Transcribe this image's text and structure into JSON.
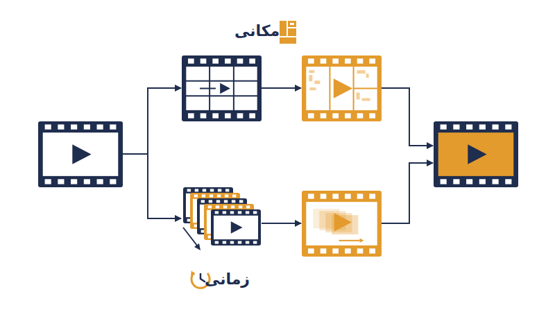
{
  "diagram": {
    "nodes": [
      {
        "text": []
      },
      {
        "text": [
          "مکانی"
        ]
      },
      {
        "text": [
          "زمانی"
        ]
      },
      {
        "text": []
      },
      {
        "text": []
      },
      {
        "text": []
      }
    ],
    "edges": [
      {
        "from": 0,
        "to": 1,
        "arrow": "to"
      },
      {
        "from": 0,
        "to": 2,
        "arrow": "to"
      },
      {
        "from": 1,
        "to": 3,
        "arrow": "to"
      },
      {
        "from": 2,
        "to": 4,
        "arrow": "to"
      },
      {
        "from": 3,
        "to": 5,
        "arrow": "to"
      },
      {
        "from": 4,
        "to": 5,
        "arrow": "to"
      }
    ]
  }
}
